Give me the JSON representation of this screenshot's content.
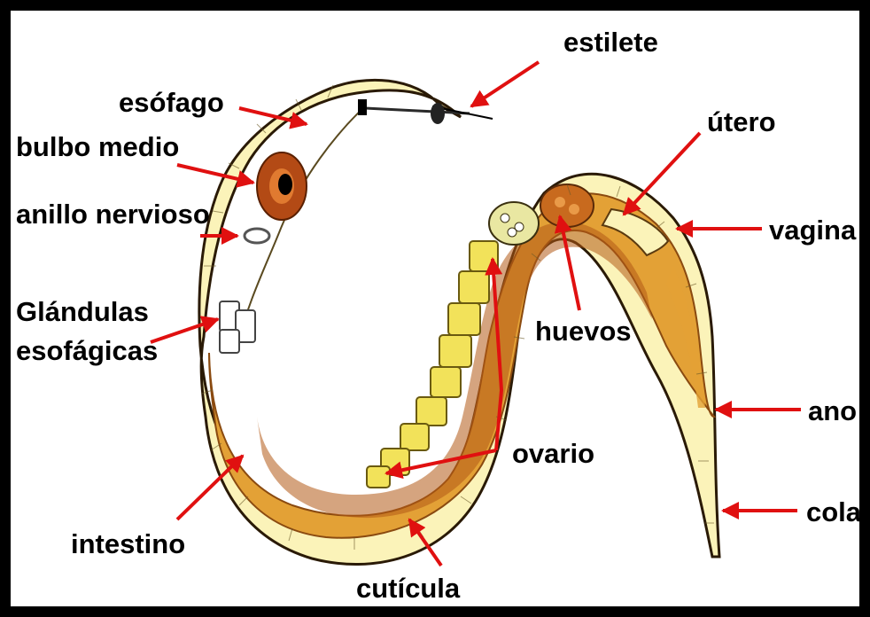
{
  "diagram": {
    "labels": {
      "estilete": "estilete",
      "esofago": "esófago",
      "bulbo_medio": "bulbo medio",
      "anillo_nervioso": "anillo nervioso",
      "glandulas_1": "Glándulas",
      "glandulas_2": "esofágicas",
      "intestino": "intestino",
      "cuticula": "cutícula",
      "ovario": "ovario",
      "huevos": "huevos",
      "utero": "útero",
      "vagina": "vagina",
      "ano": "ano",
      "cola": "cola"
    },
    "colors": {
      "border": "#000000",
      "arrow": "#e01010",
      "cuticle_fill": "#fbf3b9",
      "cuticle_outline": "#2a1a06",
      "intestine": "#e3a136",
      "intestine_dark": "#b25a15",
      "ovary_cells": "#f2e25a",
      "bulb": "#b34a15",
      "eggs": "#c86a1e"
    }
  }
}
